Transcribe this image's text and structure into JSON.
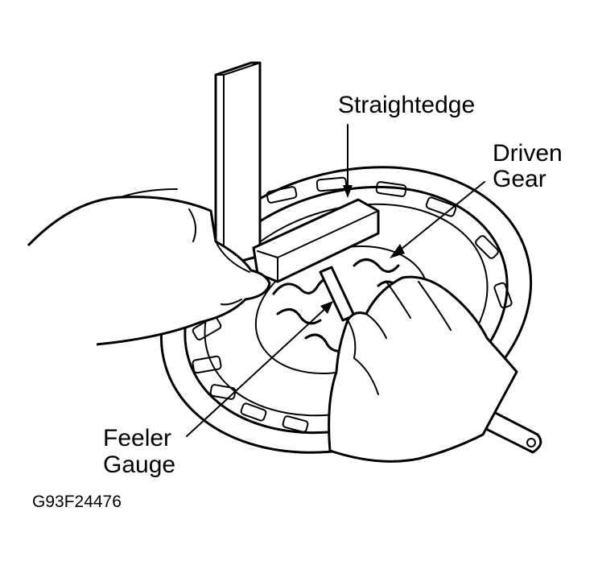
{
  "labels": {
    "straightedge": "Straightedge",
    "driven_line1": "Driven",
    "driven_line2": "Gear",
    "feeler_line1": "Feeler",
    "feeler_line2": "Gauge"
  },
  "figure_code": "G93F24476"
}
